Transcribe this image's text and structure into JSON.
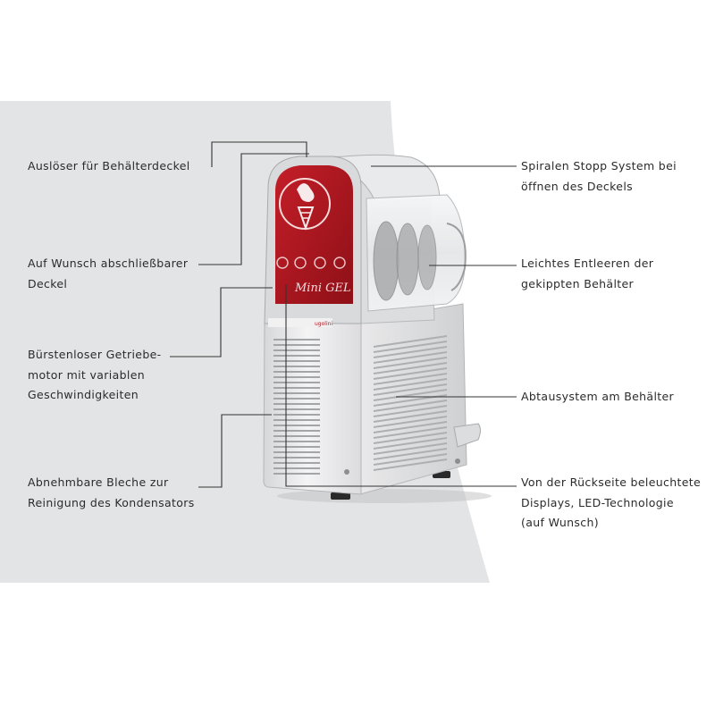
{
  "colors": {
    "band": "#e3e4e6",
    "panel_red": "#a8161f",
    "line": "#333333",
    "text": "#2b2b2b"
  },
  "brand": {
    "panel_script": "Mini GEL",
    "badge": "ugolini"
  },
  "callouts": [
    {
      "id": "ausloeser",
      "lines": [
        "Auslöser für Behälterdeckel"
      ]
    },
    {
      "id": "deckel",
      "lines": [
        "Auf Wunsch abschließbarer",
        "Deckel"
      ]
    },
    {
      "id": "motor",
      "lines": [
        "Bürstenloser Getriebe-",
        "motor mit variablen",
        "Geschwindigkeiten"
      ]
    },
    {
      "id": "bleche",
      "lines": [
        "Abnehmbare Bleche zur",
        "Reinigung des Kondensators"
      ]
    },
    {
      "id": "spiralen",
      "lines": [
        "Spiralen Stopp System bei",
        "öffnen des Deckels"
      ]
    },
    {
      "id": "entleeren",
      "lines": [
        "Leichtes Entleeren der",
        "gekippten Behälter"
      ]
    },
    {
      "id": "abtau",
      "lines": [
        "Abtausystem am Behälter"
      ]
    },
    {
      "id": "displays",
      "lines": [
        "Von der Rückseite beleuchtete",
        "Displays, LED-Technologie",
        "(auf Wunsch)"
      ]
    }
  ]
}
